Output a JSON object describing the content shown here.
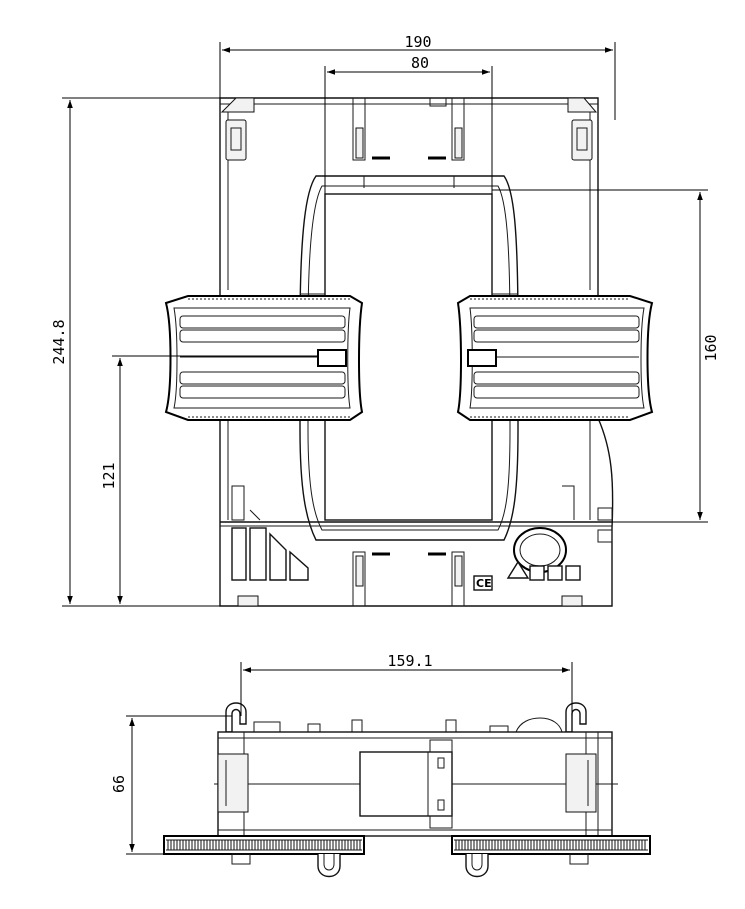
{
  "front_view": {
    "dim_overall_width": "190",
    "dim_window_width": "80",
    "dim_overall_height": "244.8",
    "dim_window_height": "160",
    "dim_center_height": "121",
    "ce_mark": "CE"
  },
  "bottom_view": {
    "dim_mounting_width": "159.1",
    "dim_depth": "66"
  }
}
